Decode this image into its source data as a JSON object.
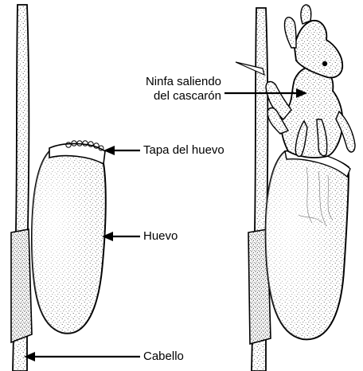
{
  "labels": {
    "nymph_line1": "Ninfa saliendo",
    "nymph_line2": "del cascarón",
    "egg_cap": "Tapa del huevo",
    "egg": "Huevo",
    "hair": "Cabello"
  },
  "colors": {
    "ink": "#000000",
    "paper": "#ffffff",
    "stipple": "#222222"
  }
}
